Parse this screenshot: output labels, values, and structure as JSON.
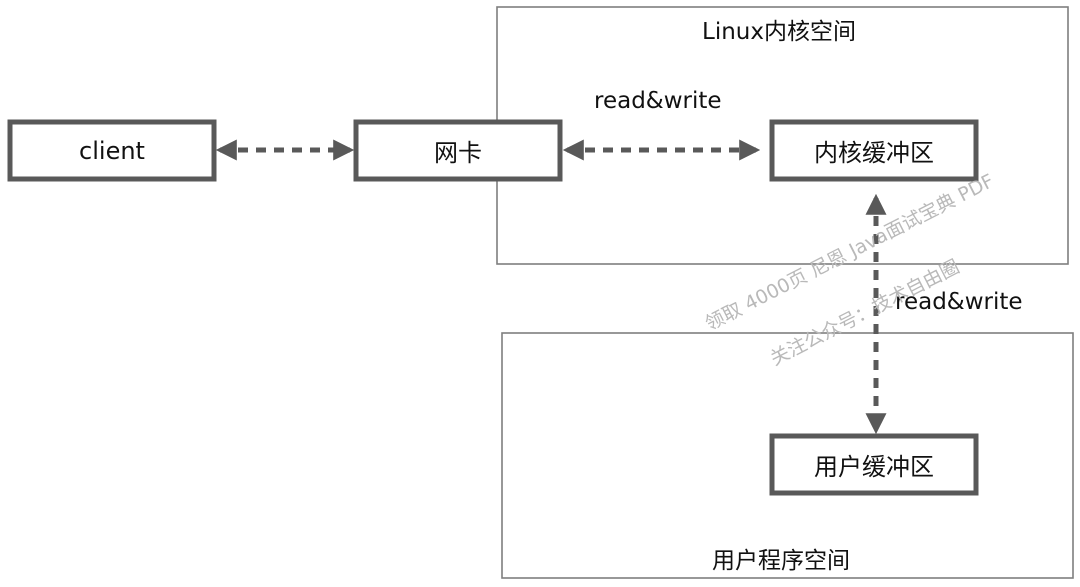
{
  "diagram": {
    "kernel_space_title": "Linux内核空间",
    "user_space_title": "用户程序空间",
    "nodes": {
      "client": "client",
      "nic": "网卡",
      "kernel_buffer": "内核缓冲区",
      "user_buffer": "用户缓冲区"
    },
    "edge_labels": {
      "nic_kernel": "read&write",
      "kernel_user": "read&write"
    },
    "watermark": {
      "line1": "领取 4000页 尼恩 Java面试宝典 PDF",
      "line2": "关注公众号：技术自由圈"
    },
    "colors": {
      "box_border": "#595959",
      "container_border": "#7f7f7f",
      "arrow": "#595959",
      "watermark": "#b9b9b9"
    }
  }
}
